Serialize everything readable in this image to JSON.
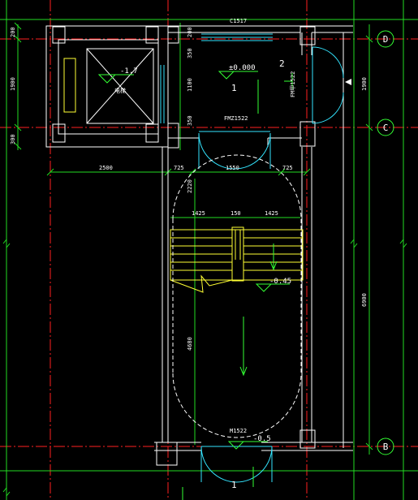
{
  "drawing": {
    "colors": {
      "background": "#000000",
      "axis_red": "#ff2020",
      "dim_green": "#22dd22",
      "wall_white": "#ffffff",
      "stair_yellow": "#ffff33",
      "door_cyan": "#33e5ff",
      "bubble_green": "#33ff33"
    },
    "axis_bubbles": [
      {
        "id": "D",
        "label": "D"
      },
      {
        "id": "C",
        "label": "C"
      },
      {
        "id": "B",
        "label": "B"
      }
    ],
    "left_dims": {
      "top": "200",
      "mid": "1900",
      "bottom": "300"
    },
    "vent_dims": {
      "a": "200",
      "b": "350",
      "c": "1100",
      "d": "350"
    },
    "right_dims": {
      "upper": "1900",
      "lower": "6900"
    },
    "horizontal_dims": {
      "d1": "2500",
      "d2": "725",
      "d3": "1550",
      "d4": "725"
    },
    "stair_dims": {
      "left": "1425",
      "mid": "150",
      "right": "1425",
      "top_offset": "2220",
      "run": "4680"
    },
    "labels": {
      "window": "C1517",
      "elevator_level": "-1.7",
      "elevator_mark": "电梯",
      "floor_level": "±0.000",
      "room_2": "2",
      "room_1": "1",
      "door_right": "FM甲1522",
      "door_center": "FMZ1522",
      "landing_level": "-0.45",
      "door_bottom": "M1522",
      "bottom_level": "-0.5",
      "bottom_mark": "1"
    }
  }
}
